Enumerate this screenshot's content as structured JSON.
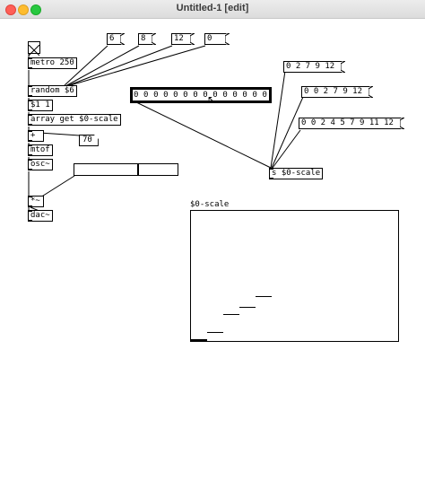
{
  "window": {
    "title": "Untitled-1 [edit]"
  },
  "colors": {
    "close": "#ff5f57",
    "minimize": "#febc2e",
    "maximize": "#28c840",
    "ink": "#000000",
    "background": "#ffffff"
  },
  "objects": {
    "metro": "metro 250",
    "random": "random $6",
    "trigger": "$1 1",
    "array_get": "array get $0-scale",
    "add": "+",
    "mtof": "mtof",
    "osc": "osc~",
    "mult": "*~",
    "dac": "dac~",
    "send": "s $0-scale"
  },
  "messages": {
    "m6": "6",
    "m8": "8",
    "m12": "12",
    "m0": "0",
    "scale1": "0 2 7 9 12",
    "scale2": "0 0 2 7 9 12",
    "scale3": "0 0 2 4 5 7 9 11 12"
  },
  "number_box": {
    "value": "70"
  },
  "list_row": {
    "text": "0 0 0 0 0 0 0 0 0 0 0 0 0 0 0 0 0"
  },
  "array": {
    "name": "$0-scale",
    "values": [
      0,
      2,
      7,
      9,
      12
    ]
  }
}
